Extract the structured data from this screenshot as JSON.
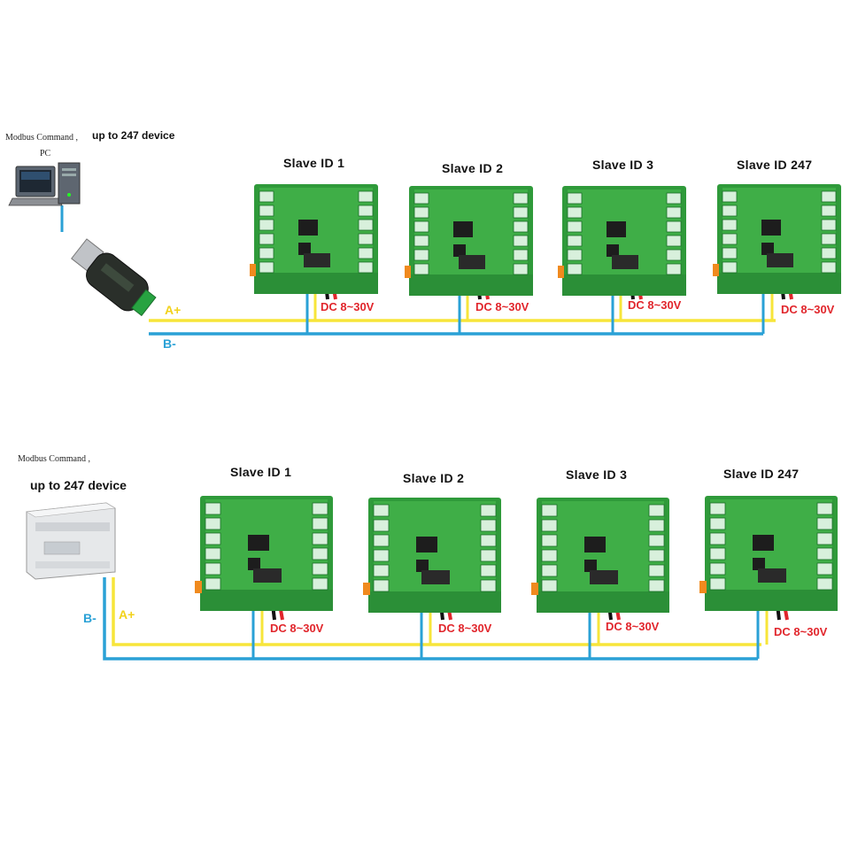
{
  "top": {
    "modbus_label": "Modbus Command ,",
    "capacity_label": "up to 247 device",
    "host_label": "PC",
    "a_label": "A+",
    "b_label": "B-",
    "slaves": [
      {
        "title": "Slave ID 1",
        "power": "DC 8~30V"
      },
      {
        "title": "Slave ID 2",
        "power": "DC 8~30V"
      },
      {
        "title": "Slave ID 3",
        "power": "DC 8~30V"
      },
      {
        "title": "Slave ID 247",
        "power": "DC 8~30V"
      }
    ]
  },
  "bottom": {
    "modbus_label": "Modbus Command ,",
    "capacity_label": "up to 247 device",
    "a_label": "A+",
    "b_label": "B-",
    "slaves": [
      {
        "title": "Slave ID 1",
        "power": "DC 8~30V"
      },
      {
        "title": "Slave ID 2",
        "power": "DC 8~30V"
      },
      {
        "title": "Slave ID 3",
        "power": "DC 8~30V"
      },
      {
        "title": "Slave ID 247",
        "power": "DC 8~30V"
      }
    ]
  },
  "colors": {
    "a_wire": "#f7e53a",
    "b_wire": "#2aa1d6",
    "power_pos": "#e1262c",
    "power_neg": "#111111",
    "board_green": "#2f9a3a",
    "terminal_green": "#3dbb4b"
  },
  "icons": [
    "pc-icon",
    "usb-rs485-adapter-icon",
    "plc-icon",
    "relay-board-icon"
  ]
}
